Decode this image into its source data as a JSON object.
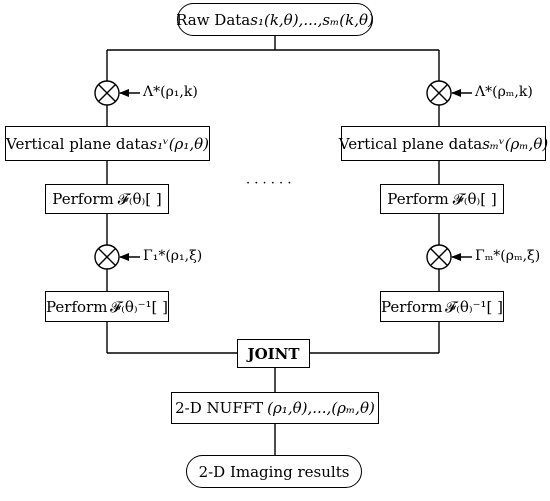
{
  "nodes": {
    "raw_data": {
      "text": "Raw Data",
      "formula": "s₁(k,θ),...,sₘ(k,θ)"
    },
    "vertical_left": {
      "text": "Vertical plane data",
      "formula": "s₁ᵛ(ρ₁,θ)"
    },
    "vertical_right": {
      "text": "Vertical plane data",
      "formula": "sₘᵛ(ρₘ,θ)"
    },
    "fft_left": {
      "text": "Perform",
      "formula": "𝓕₍θ₎[ ]"
    },
    "fft_right": {
      "text": "Perform",
      "formula": "𝓕₍θ₎[ ]"
    },
    "ifft_left": {
      "text": "Perform",
      "formula": "𝓕₍θ₎⁻¹[ ]"
    },
    "ifft_right": {
      "text": "Perform",
      "formula": "𝓕₍θ₎⁻¹[ ]"
    },
    "joint": {
      "text": "JOINT"
    },
    "nufft": {
      "text": "2-D NUFFT",
      "formula": "(ρ₁,θ),...,(ρₘ,θ)"
    },
    "result": {
      "text": "2-D Imaging results"
    }
  },
  "inputs": {
    "lambda_left": "Λ*(ρ₁,k)",
    "lambda_right": "Λ*(ρₘ,k)",
    "gamma_left": "Γ₁*(ρ₁,ξ)",
    "gamma_right": "Γₘ*(ρₘ,ξ)"
  },
  "ellipsis": "· · · · · ·"
}
